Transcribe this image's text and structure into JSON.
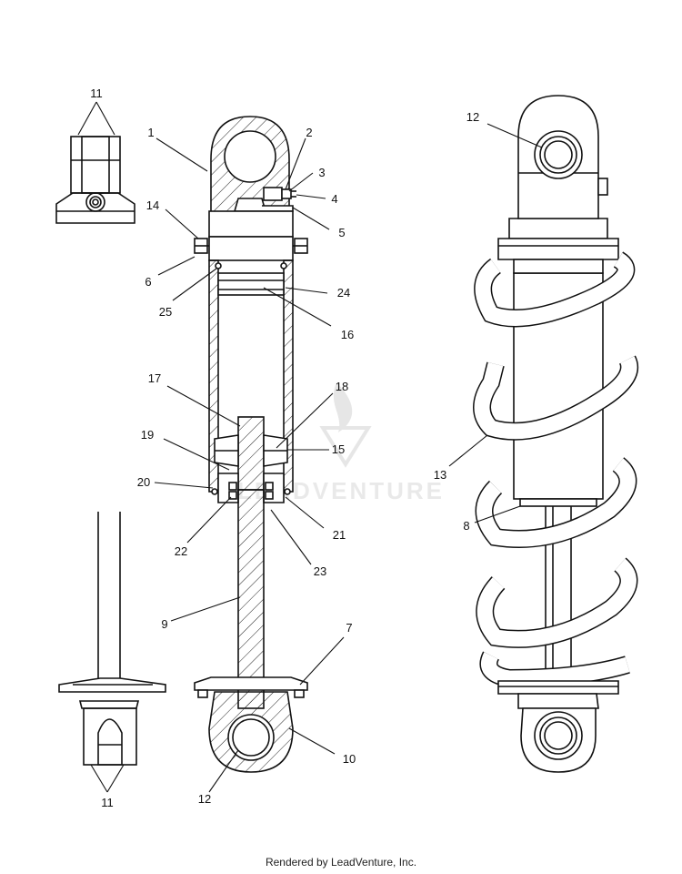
{
  "watermark": "LEADVENTURE",
  "footer": "Rendered by LeadVenture, Inc.",
  "callouts": [
    "11",
    "1",
    "2",
    "3",
    "4",
    "5",
    "14",
    "6",
    "24",
    "25",
    "16",
    "17",
    "18",
    "19",
    "15",
    "20",
    "21",
    "22",
    "23",
    "9",
    "7",
    "10",
    "12",
    "11",
    "12",
    "13",
    "8"
  ]
}
